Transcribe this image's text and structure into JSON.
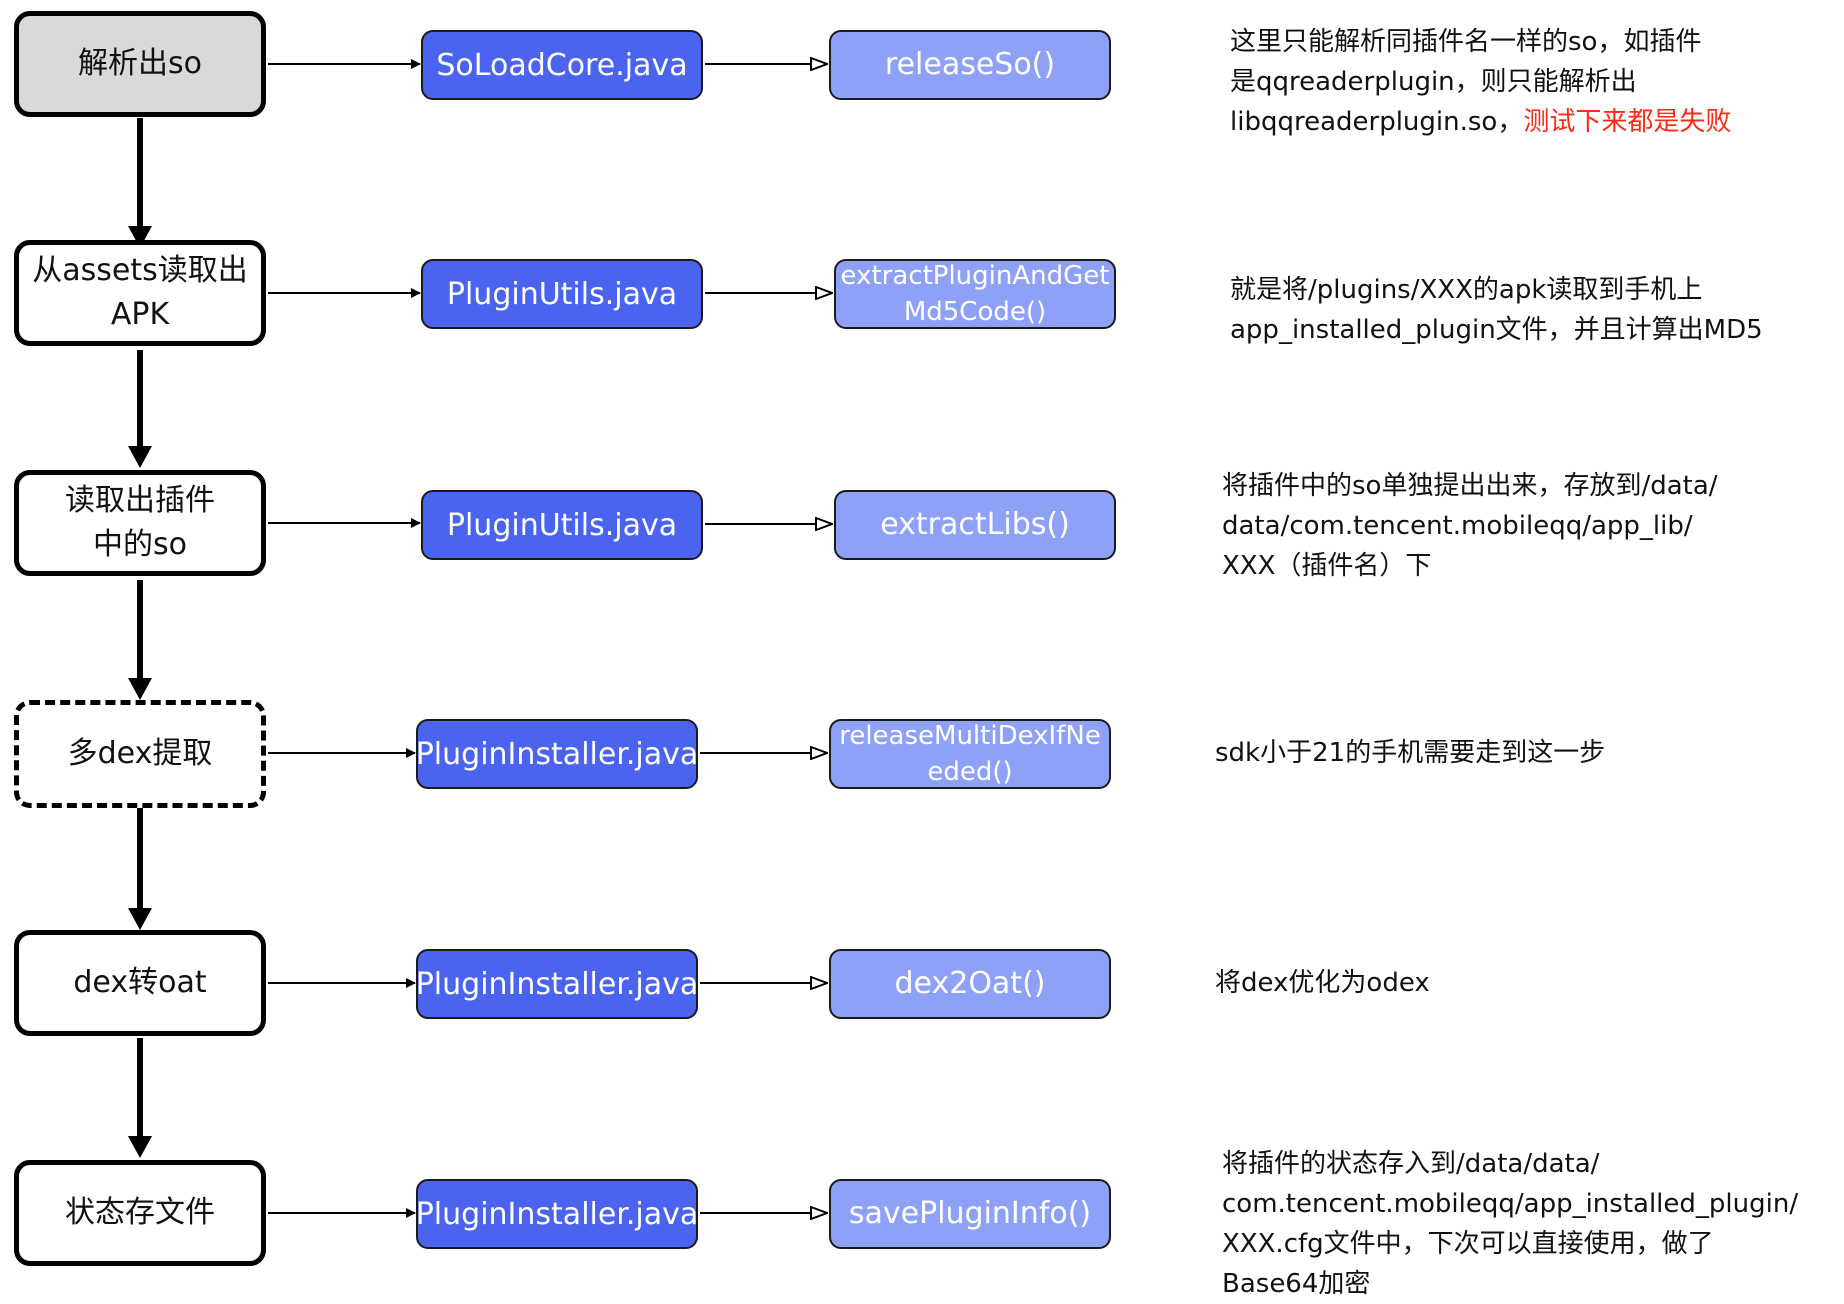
{
  "steps": [
    {
      "label": "解析出so",
      "file": "SoLoadCore.java",
      "method": "releaseSo()",
      "note_lines": [
        "这里只能解析同插件名一样的so，如插件",
        "是qqreaderplugin，则只能解析出",
        "libqqreaderplugin.so，"
      ],
      "note_highlight": "测试下来都是失败"
    },
    {
      "label": "从assets读取出APK",
      "file": "PluginUtils.java",
      "method": "extractPluginAndGetMd5Code()",
      "note_lines": [
        "就是将/plugins/XXX的apk读取到手机上",
        "app_installed_plugin文件，并且计算出MD5"
      ]
    },
    {
      "label": "读取出插件中的so",
      "file": "PluginUtils.java",
      "method": "extractLibs()",
      "note_lines": [
        "将插件中的so单独提出出来，存放到/data/",
        "data/com.tencent.mobileqq/app_lib/",
        "XXX（插件名）下"
      ]
    },
    {
      "label": "多dex提取",
      "file": "PluginInstaller.java",
      "method": "releaseMultiDexIfNeeded()",
      "note_lines": [
        "sdk小于21的手机需要走到这一步"
      ]
    },
    {
      "label": "dex转oat",
      "file": "PluginInstaller.java",
      "method": "dex2Oat()",
      "note_lines": [
        "将dex优化为odex"
      ]
    },
    {
      "label": "状态存文件",
      "file": "PluginInstaller.java",
      "method": "savePluginInfo()",
      "note_lines": [
        "将插件的状态存入到/data/data/",
        "com.tencent.mobileqq/app_installed_plugin/",
        "XXX.cfg文件中，下次可以直接使用，做了",
        "Base64加密"
      ]
    }
  ]
}
